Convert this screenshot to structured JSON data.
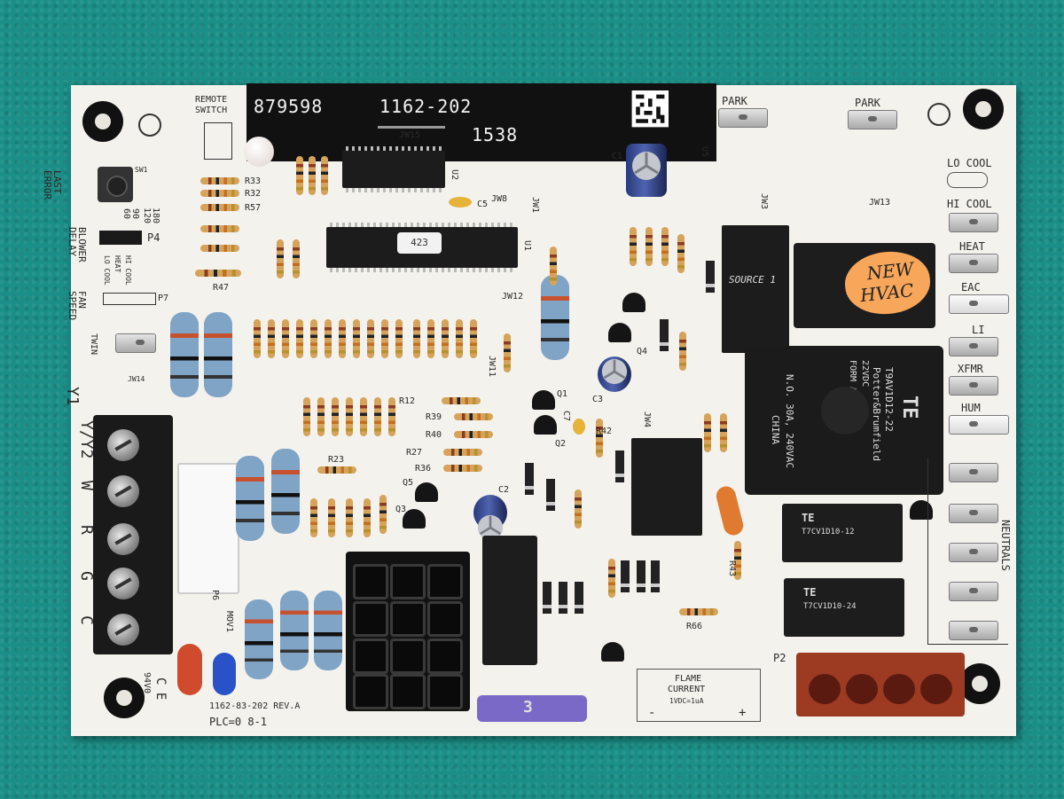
{
  "image": {
    "type": "photo",
    "subject": "circuit-board"
  },
  "colors": {
    "carpet": "#1b8f87",
    "board": "#f3f2ec",
    "silkscreen": "#2a2a2a",
    "sticker": "#f7a65a",
    "connector": "#9c3a22",
    "fuse": "#7b69c8"
  },
  "board": {
    "part_number": "879598",
    "model": "1162-202",
    "date_code": "1538",
    "bottom_text_1": "1162-83-202   REV.A",
    "bottom_text_2": "PLC=0     8-1",
    "corner_text": "94V0",
    "ce_mark": "C E"
  },
  "left_labels": {
    "remote_switch_1": "REMOTE",
    "remote_switch_2": "SWITCH",
    "last_error": "LAST\nERROR",
    "blower_delay": "BLOWER\nDELAY",
    "fan_speed": "FAN\nSPEED",
    "delays": [
      "60",
      "90",
      "120",
      "180"
    ],
    "fan_modes": [
      "LO COOL",
      "HEAT",
      "HI COOL"
    ],
    "twin": "TWIN",
    "p4": "P4",
    "p7": "P7",
    "p6": "P6",
    "jw14": "JW14"
  },
  "terminals": [
    "Y1",
    "Y/Y2",
    "W",
    "R",
    "G",
    "C"
  ],
  "right_labels": {
    "park_1": "PARK",
    "park_2": "PARK",
    "lo_cool": "LO  COOL",
    "hi_cool": "HI  COOL",
    "heat": "HEAT",
    "eac": "EAC",
    "li": "LI",
    "xfmr": "XFMR",
    "hum": "HUM",
    "neutrals": "NEUTRALS",
    "p2": "P2"
  },
  "sticker": {
    "line1": "NEW",
    "line2": "HVAC"
  },
  "relay": {
    "brand": "TE",
    "big_1": "T9AV1D12-22",
    "big_2": "Potter&Brumfield",
    "big_3": "N.O. 30A, 240VAC",
    "big_4": "22VDC",
    "big_5": "FORM  A",
    "big_6": "CHINA",
    "small_1": "T7CV1D10-12",
    "small_2": "T7CV1D10-24"
  },
  "flame_current": {
    "line1": "FLAME",
    "line2": "CURRENT",
    "line3": "1VDC=1uA",
    "minus": "-",
    "plus": "+"
  },
  "fuse": {
    "rating": "3"
  },
  "ic_label": "423",
  "source1": "SOURCE 1",
  "component_labels": {
    "jw15": "JW15",
    "jw8": "JW8",
    "jw13": "JW13",
    "jw12": "JW12",
    "jw11": "JW11",
    "jw4": "JW4",
    "jw1": "JW1",
    "jw3": "JW3",
    "u1": "U1",
    "u2": "U2",
    "u5": "U5",
    "c1": "C1",
    "c2": "C2",
    "c3": "C3",
    "c5": "C5",
    "c7": "C7",
    "r12": "R12",
    "r23": "R23",
    "r27": "R27",
    "r36": "R36",
    "r39": "R39",
    "r40": "R40",
    "r42": "R42",
    "r43": "R43",
    "r47": "R47",
    "r66": "R66",
    "q1": "Q1",
    "q2": "Q2",
    "q3": "Q3",
    "q4": "Q4",
    "q5": "Q5",
    "mov1": "MOV1",
    "sw1": "SW1",
    "r33": "R33",
    "r32": "R32",
    "r57": "R57"
  }
}
